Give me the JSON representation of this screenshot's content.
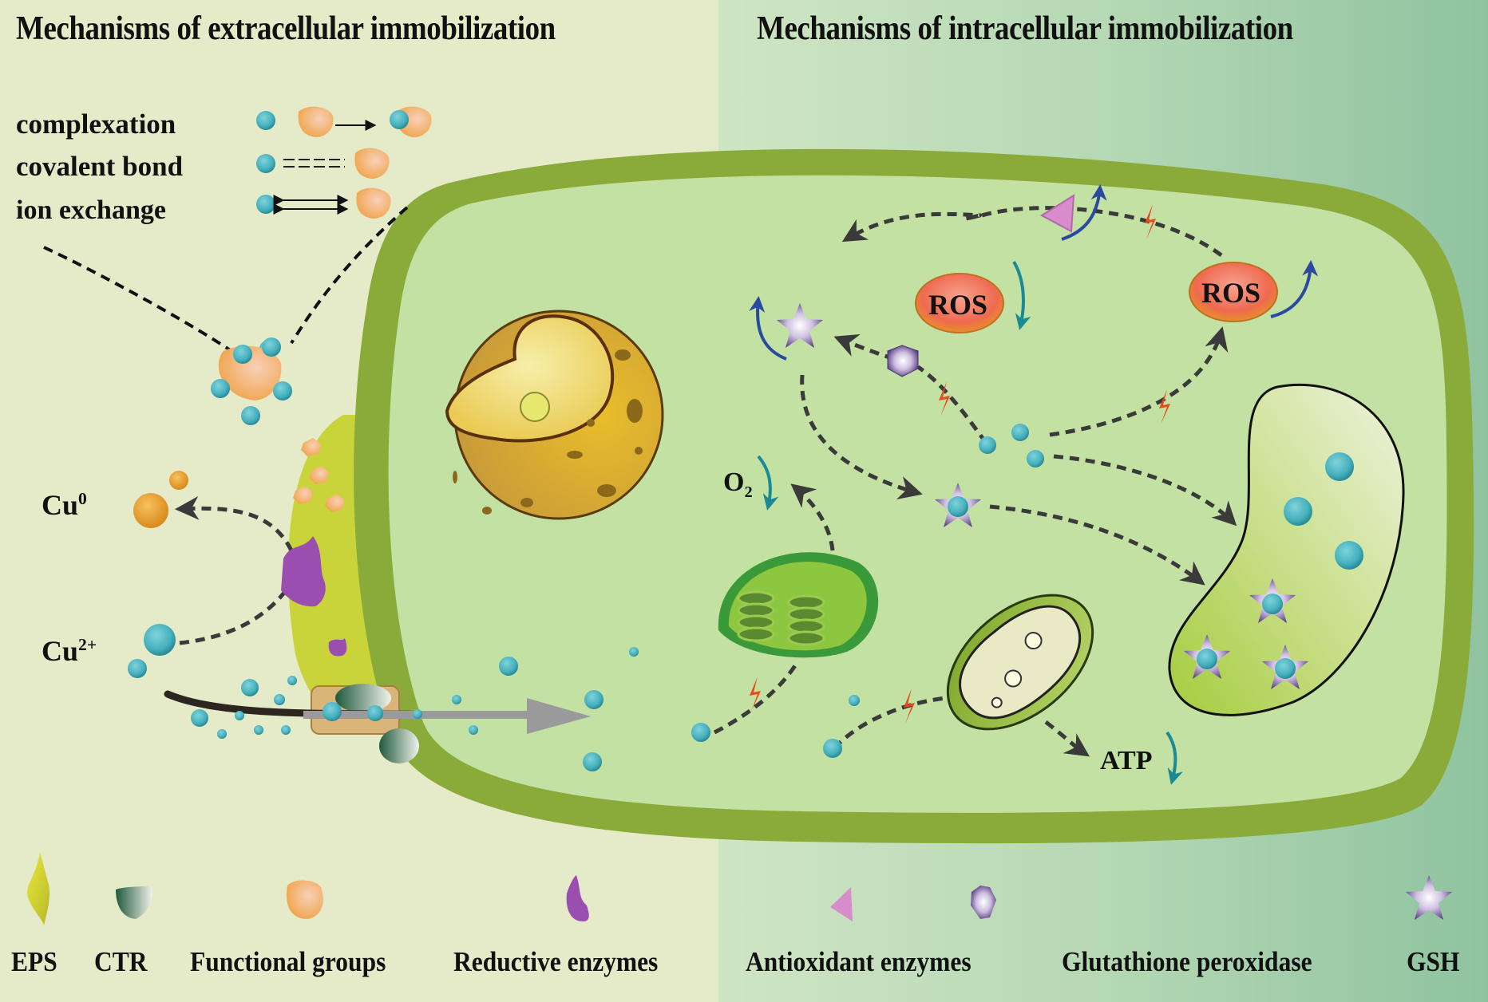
{
  "titles": {
    "left": "Mechanisms of extracellular immobilization",
    "right": "Mechanisms of intracellular immobilization"
  },
  "mechanisms": [
    {
      "label": "complexation"
    },
    {
      "label": "covalent bond"
    },
    {
      "label": "ion exchange"
    }
  ],
  "species": {
    "cu0_base": "Cu",
    "cu0_sup": "0",
    "cu2_base": "Cu",
    "cu2_sup": "2+"
  },
  "cell_labels": {
    "ros_1": "ROS",
    "ros_2": "ROS",
    "o2_base": "O",
    "o2_sub": "2",
    "atp": "ATP"
  },
  "legend": [
    {
      "label": "EPS",
      "icon": "eps-icon"
    },
    {
      "label": "CTR",
      "icon": "ctr-icon"
    },
    {
      "label": "Functional groups",
      "icon": "functional-group-icon"
    },
    {
      "label": "Reductive enzymes",
      "icon": "reductive-enzyme-icon"
    },
    {
      "label": "Antioxidant enzymes",
      "icon": "antioxidant-enzyme-icon"
    },
    {
      "label": "Glutathione peroxidase",
      "icon": "glutathione-peroxidase-icon"
    },
    {
      "label": "GSH",
      "icon": "gsh-icon"
    }
  ],
  "colors": {
    "bg_left": "#e5ebc9",
    "bg_right_start": "#c5e0bd",
    "bg_right_end": "#8fc3a0",
    "cell_wall": "#8aab3a",
    "cytoplasm": "#c4e2a4",
    "copper_ion": "#4eb8c4",
    "copper_metal": "#f0a030",
    "ros": "#f06a50",
    "reductive_enzyme": "#9a4fb0",
    "antioxidant_enzyme": "#d98ccc",
    "functional_group": "#f7bf80"
  }
}
